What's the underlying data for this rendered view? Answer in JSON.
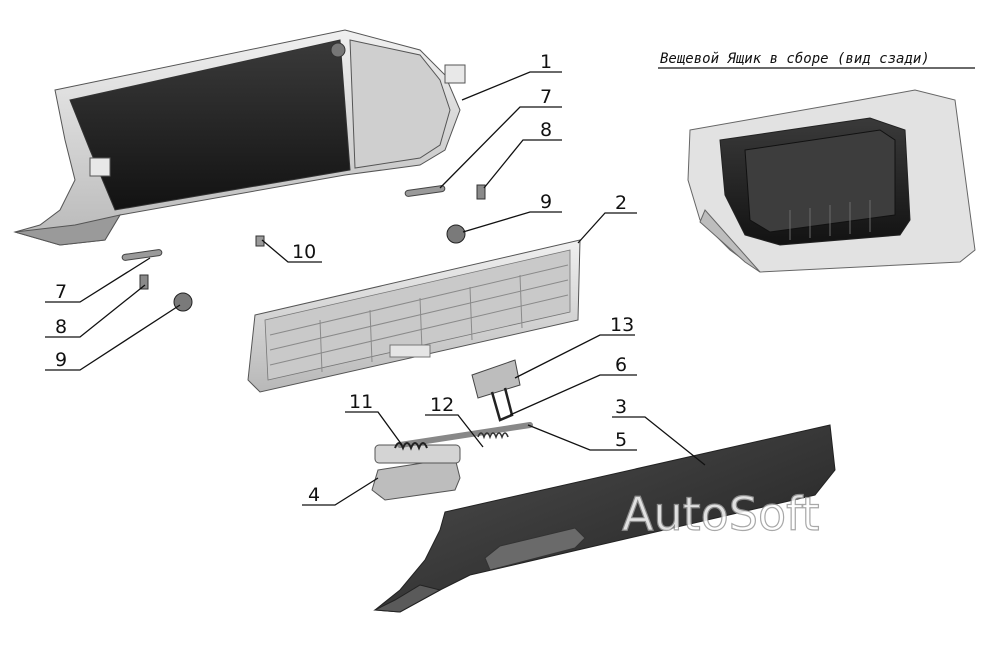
{
  "inset": {
    "title": "Вещевой Ящик в сборе (вид сзади)"
  },
  "watermark": "AutoSoft",
  "callouts": {
    "c1": "1",
    "c2": "2",
    "c3": "3",
    "c4": "4",
    "c5": "5",
    "c6": "6",
    "c7a": "7",
    "c7b": "7",
    "c8a": "8",
    "c8b": "8",
    "c9a": "9",
    "c9b": "9",
    "c10": "10",
    "c11": "11",
    "c12": "12",
    "c13": "13"
  },
  "colors": {
    "part_light": "#dcdcdc",
    "part_mid": "#a9a9a9",
    "part_dark": "#2e2e2e",
    "line": "#111111"
  }
}
